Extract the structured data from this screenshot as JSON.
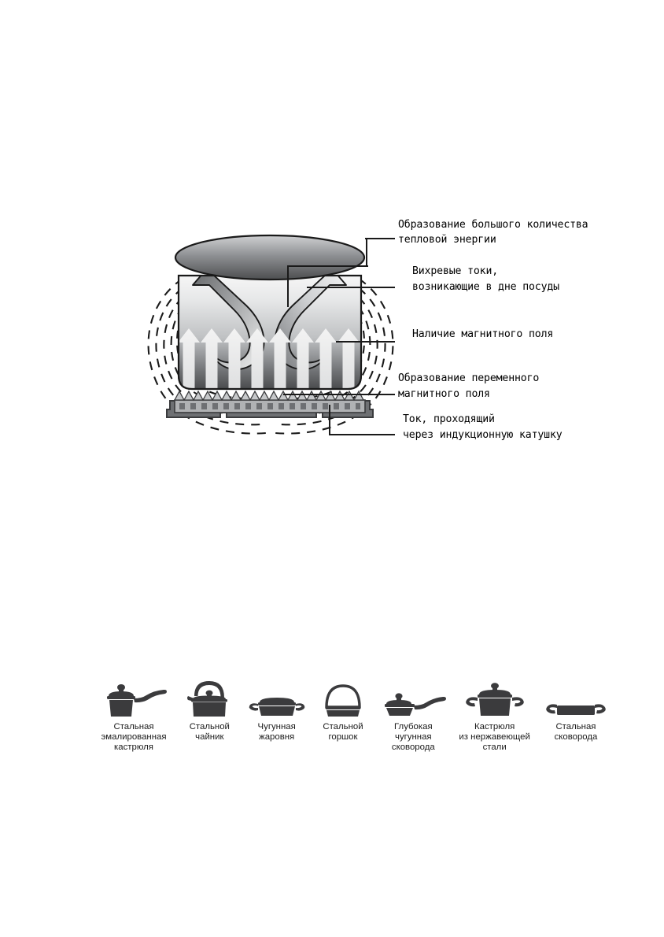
{
  "diagram": {
    "name": "induction-cooking-principle",
    "labels": [
      {
        "id": "heat-energy",
        "line1": "Образование большого количества",
        "line2": "тепловой энергии"
      },
      {
        "id": "eddy-currents",
        "line1": "Вихревые токи,",
        "line2": "возникающие в дне посуды"
      },
      {
        "id": "magnetic-field-presence",
        "line1": "Наличие магнитного поля",
        "line2": ""
      },
      {
        "id": "alternating-magnetic-field",
        "line1": "Образование переменного",
        "line2": "магнитного поля"
      },
      {
        "id": "induction-coil-current",
        "line1": "Ток, проходящий",
        "line2": "через индукционную катушку"
      }
    ],
    "colors": {
      "pot_light": "#f2f2f2",
      "pot_mid": "#b9bbbd",
      "pot_dark": "#4f5052",
      "outline": "#1a1a1a",
      "coil_body": "#8a8c8e",
      "coil_dark": "#55575a",
      "field_line": "#1a1a1a"
    },
    "parts": {
      "pot": "pot",
      "rim": "pot-rim-ellipse",
      "swirl_arrows": 2,
      "heat_arrows": 8,
      "coil": "induction-coil",
      "field_arcs": 10
    }
  },
  "cookware": {
    "items": [
      {
        "icon": "steel-enamelled-saucepan-icon",
        "caption": "Стальная\nэмалированная\nкастрюля"
      },
      {
        "icon": "steel-kettle-icon",
        "caption": "Стальной\nчайник"
      },
      {
        "icon": "cast-iron-roasting-pan-icon",
        "caption": "Чугунная\nжаровня"
      },
      {
        "icon": "steel-pot-icon",
        "caption": "Стальной\nгоршок"
      },
      {
        "icon": "deep-cast-iron-frying-pan-icon",
        "caption": "Глубокая\nчугунная\nсковорода"
      },
      {
        "icon": "stainless-steel-pot-icon",
        "caption": "Кастрюля\nиз нержавеющей\nстали"
      },
      {
        "icon": "steel-frying-pan-icon",
        "caption": "Стальная\nсковорода"
      }
    ]
  }
}
